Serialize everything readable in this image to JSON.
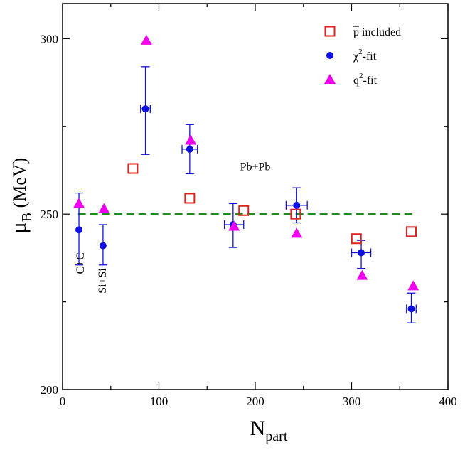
{
  "chart_data": {
    "type": "scatter",
    "xlabel": {
      "main": "N",
      "sub": "part"
    },
    "ylabel": {
      "main": "μ",
      "sub": "B",
      "rest": " (MeV)"
    },
    "xlim": [
      0,
      400
    ],
    "ylim": [
      200,
      310
    ],
    "x_ticks": [
      0,
      100,
      200,
      300,
      400
    ],
    "y_ticks": [
      200,
      250,
      300
    ],
    "x_tick_labels": [
      "0",
      "100",
      "200",
      "300",
      "400"
    ],
    "y_tick_labels": [
      "200",
      "250",
      "300"
    ],
    "grid": false,
    "legend_position": "top-right",
    "reference_line": {
      "y": 250,
      "x_range": [
        16,
        364
      ],
      "color": "#1a8f1a",
      "style": "dashed"
    },
    "annotations": [
      {
        "text": "Pb+Pb",
        "x": 200,
        "y": 262.5,
        "rotation": 0
      },
      {
        "text": "C+C",
        "x": 22,
        "y": 236,
        "rotation": -90
      },
      {
        "text": "Si+Si",
        "x": 45,
        "y": 231,
        "rotation": -90
      }
    ],
    "series": [
      {
        "name": "p̄ included",
        "marker": "open-square",
        "color": "#e0211d",
        "points": [
          {
            "x": 73,
            "y": 263
          },
          {
            "x": 132,
            "y": 254.5
          },
          {
            "x": 188,
            "y": 251
          },
          {
            "x": 242,
            "y": 250
          },
          {
            "x": 305,
            "y": 243
          },
          {
            "x": 362,
            "y": 245
          }
        ]
      },
      {
        "name": "χ²-fit",
        "marker": "filled-circle",
        "color": "#1010e0",
        "points": [
          {
            "x": 17,
            "y": 245.5,
            "yerr": [
              235.5,
              256
            ],
            "xerr": null
          },
          {
            "x": 42,
            "y": 241,
            "yerr": [
              235.5,
              247
            ],
            "xerr": null
          },
          {
            "x": 86,
            "y": 280,
            "yerr": [
              267,
              292
            ],
            "xerr": [
              81,
              91
            ]
          },
          {
            "x": 132,
            "y": 268.5,
            "yerr": [
              261.5,
              275.5
            ],
            "xerr": [
              124,
              140
            ]
          },
          {
            "x": 177,
            "y": 247,
            "yerr": [
              240.5,
              253
            ],
            "xerr": [
              168,
              188
            ]
          },
          {
            "x": 243,
            "y": 252.5,
            "yerr": [
              247.5,
              257.5
            ],
            "xerr": [
              232,
              254
            ]
          },
          {
            "x": 310,
            "y": 239,
            "yerr": [
              234.5,
              242.5
            ],
            "xerr": [
              300,
              320
            ]
          },
          {
            "x": 362,
            "y": 223,
            "yerr": [
              219,
              227.5
            ],
            "xerr": [
              357,
              367
            ]
          }
        ]
      },
      {
        "name": "q²-fit",
        "marker": "filled-triangle",
        "color": "#ee00ee",
        "points": [
          {
            "x": 17,
            "y": 253
          },
          {
            "x": 43,
            "y": 251.5
          },
          {
            "x": 87,
            "y": 299.5
          },
          {
            "x": 133,
            "y": 271
          },
          {
            "x": 178,
            "y": 246.5
          },
          {
            "x": 243,
            "y": 244.5
          },
          {
            "x": 311,
            "y": 232.5
          },
          {
            "x": 364,
            "y": 229.5
          }
        ]
      }
    ]
  },
  "legend": [
    {
      "label": "p included",
      "overline_char": "p",
      "rest": " included",
      "marker": "open-square",
      "color": "#e0211d"
    },
    {
      "label": "χ²-fit",
      "main": "χ",
      "sup": "2",
      "rest": "-fit",
      "marker": "filled-circle",
      "color": "#1010e0"
    },
    {
      "label": "q²-fit",
      "main": "q",
      "sup": "2",
      "rest": "-fit",
      "marker": "filled-triangle",
      "color": "#ee00ee"
    }
  ]
}
